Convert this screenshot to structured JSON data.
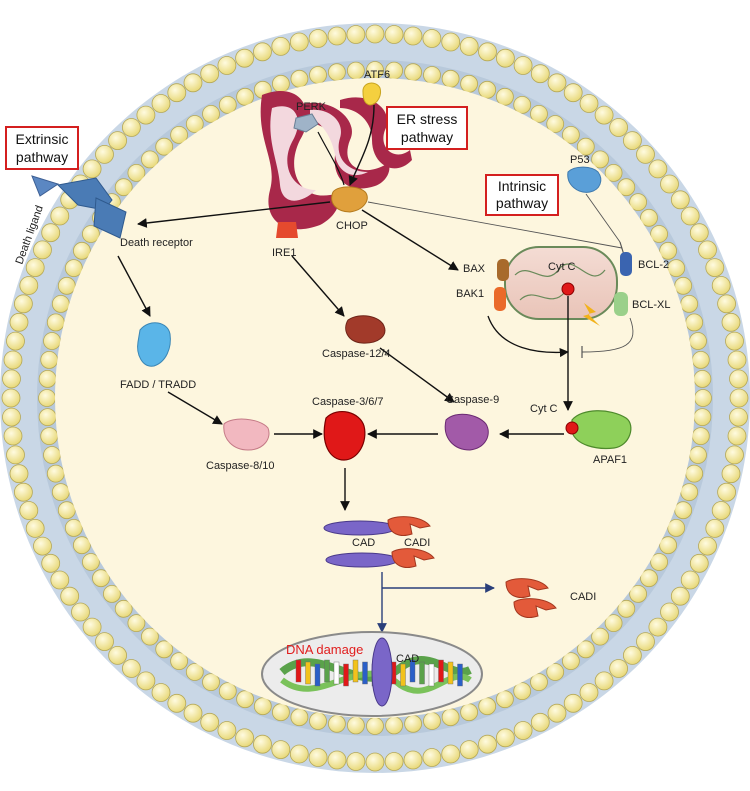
{
  "boxes": {
    "extrinsic_line1": "Extrinsic",
    "extrinsic_line2": "pathway",
    "er_line1": "ER stress",
    "er_line2": "pathway",
    "intrinsic_line1": "Intrinsic",
    "intrinsic_line2": "pathway"
  },
  "labels": {
    "perk": "PERK",
    "atf6": "ATF6",
    "ire1": "IRE1",
    "chop": "CHOP",
    "death_ligand": "Death ligand",
    "death_receptor": "Death receptor",
    "fadd_tradd": "FADD / TRADD",
    "caspase_8_10": "Caspase-8/10",
    "caspase_12_4": "Caspase-12/4",
    "caspase_3_6_7": "Caspase-3/6/7",
    "caspase_9": "Caspase-9",
    "p53": "P53",
    "bax": "BAX",
    "bak1": "BAK1",
    "bcl2": "BCL-2",
    "bclxl": "BCL-XL",
    "cytc_mito": "Cyt C",
    "cytc_out": "Cyt C",
    "apaf1": "APAF1",
    "cad": "CAD",
    "cadi": "CADI",
    "cadi_free": "CADI",
    "cad_dna": "CAD",
    "dna_damage": "DNA damage"
  },
  "colors": {
    "membrane_bead": "#f7ef9e",
    "cytoplasm": "#fdf6de",
    "er": "#a8284a",
    "highlight_red": "#e11d1d"
  }
}
